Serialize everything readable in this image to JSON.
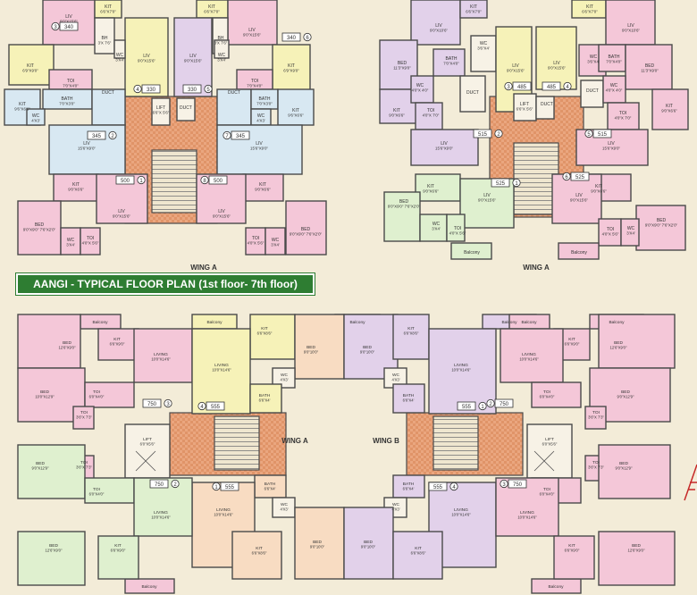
{
  "banner": "AANGI - TYPICAL FLOOR PLAN (1st floor- 7th floor)",
  "colors": {
    "pink": "#f4c7d8",
    "yellow": "#f6f2b8",
    "lavender": "#e2d1ea",
    "blue": "#d8e8f2",
    "green": "#dff0cf",
    "peach": "#f8dcc2",
    "lobby": "#eaa67f",
    "wall": "#4a4a4a"
  },
  "top_left": {
    "wing": "WING A",
    "flats": [
      {
        "id": "3",
        "area": "340"
      },
      {
        "id": "6",
        "area": "340"
      },
      {
        "id": "4",
        "area": "330"
      },
      {
        "id": "5",
        "area": "330"
      },
      {
        "id": "2",
        "area": "345"
      },
      {
        "id": "7",
        "area": "345"
      },
      {
        "id": "1",
        "area": "500"
      },
      {
        "id": "8",
        "area": "500"
      }
    ],
    "rooms": [
      {
        "name": "LIV",
        "size": "9'0\"X15'6\""
      },
      {
        "name": "KIT",
        "size": "6'6\"X7'0\""
      },
      {
        "name": "KIT",
        "size": "6'6\"X7'0\""
      },
      {
        "name": "LIV",
        "size": "9'0\"X15'6\""
      },
      {
        "name": "KIT",
        "size": "6'9\"X9'0\""
      },
      {
        "name": "BH",
        "size": "3'X 7'6\""
      },
      {
        "name": "BH",
        "size": "3'X 7'6\""
      },
      {
        "name": "KIT",
        "size": "6'9\"X9'0\""
      },
      {
        "name": "TOI",
        "size": "7'0\"X4'0\""
      },
      {
        "name": "LIV",
        "size": "9'0\"X15'6\""
      },
      {
        "name": "LIV",
        "size": "9'0\"X15'6\""
      },
      {
        "name": "TOI",
        "size": "7'0\"X4'0\""
      },
      {
        "name": "WC",
        "size": "3'X4'"
      },
      {
        "name": "WC",
        "size": "3'X4'"
      },
      {
        "name": "KIT",
        "size": "9'6\"X6'6\""
      },
      {
        "name": "BATH",
        "size": "7'0\"X3'0\""
      },
      {
        "name": "DUCT",
        "size": ""
      },
      {
        "name": "DUCT",
        "size": ""
      },
      {
        "name": "BATH",
        "size": "7'0\"X3'0\""
      },
      {
        "name": "KIT",
        "size": "9'6\"X6'6\""
      },
      {
        "name": "WC",
        "size": "4'X3'"
      },
      {
        "name": "WC",
        "size": "4'X3'"
      },
      {
        "name": "LIFT",
        "size": "6'6\"X 5'6\""
      },
      {
        "name": "DUCT",
        "size": ""
      },
      {
        "name": "LIV",
        "size": "15'6\"X9'0\""
      },
      {
        "name": "LIV",
        "size": "15'6\"X9'0\""
      },
      {
        "name": "KIT",
        "size": "9'0\"X6'6\""
      },
      {
        "name": "KIT",
        "size": "9'0\"X6'6\""
      },
      {
        "name": "LIV",
        "size": "9'0\"X15'6\""
      },
      {
        "name": "LIV",
        "size": "9'0\"X15'6\""
      },
      {
        "name": "BED",
        "size": "9'0\"X9'0\" 7'6\"X2'0\""
      },
      {
        "name": "BED",
        "size": "9'0\"X9'0\" 7'6\"X2'0\""
      },
      {
        "name": "WC",
        "size": "3'X4'"
      },
      {
        "name": "TOI",
        "size": "4'0\"X 5'6\""
      },
      {
        "name": "TOI",
        "size": "4'0\"X 5'6\""
      },
      {
        "name": "WC",
        "size": "3'X4'"
      }
    ]
  },
  "top_right": {
    "wing": "WING A",
    "flats": [
      {
        "id": "3",
        "area": "485"
      },
      {
        "id": "4",
        "area": "485"
      },
      {
        "id": "2",
        "area": "515"
      },
      {
        "id": "5",
        "area": "515"
      },
      {
        "id": "1",
        "area": "525"
      },
      {
        "id": "6",
        "area": "525"
      }
    ],
    "rooms": [
      {
        "name": "LIV",
        "size": "9'0\"X10'6\""
      },
      {
        "name": "KIT",
        "size": "6'6\"X7'0\""
      },
      {
        "name": "KIT",
        "size": "6'6\"X7'0\""
      },
      {
        "name": "LIV",
        "size": "9'0\"X10'6\""
      },
      {
        "name": "BED",
        "size": "11'3\"X9'0\""
      },
      {
        "name": "BATH",
        "size": "7'0\"X4'0\""
      },
      {
        "name": "WC",
        "size": "3'6\"X4'"
      },
      {
        "name": "LIV",
        "size": "9'0\"X15'6\""
      },
      {
        "name": "LIV",
        "size": "9'0\"X15'6\""
      },
      {
        "name": "WC",
        "size": "3'6\"X4'"
      },
      {
        "name": "BATH",
        "size": "7'0\"X4'0\""
      },
      {
        "name": "BED",
        "size": "11'3\"X9'0\""
      },
      {
        "name": "KIT",
        "size": "9'0\"X6'6\""
      },
      {
        "name": "WC",
        "size": "4'0\"X 4'0\""
      },
      {
        "name": "TOI",
        "size": "4'0\"X 7'0\""
      },
      {
        "name": "DUCT",
        "size": ""
      },
      {
        "name": "LIFT",
        "size": "6'6\"X 5'6\""
      },
      {
        "name": "DUCT",
        "size": ""
      },
      {
        "name": "DUCT",
        "size": ""
      },
      {
        "name": "WC",
        "size": "4'0\"X 4'0\""
      },
      {
        "name": "TOI",
        "size": "4'0\"X 7'0\""
      },
      {
        "name": "KIT",
        "size": "9'0\"X6'6\""
      },
      {
        "name": "LIV",
        "size": "15'6\"X9'0\""
      },
      {
        "name": "LIV",
        "size": "15'6\"X9'0\""
      },
      {
        "name": "KIT",
        "size": "9'0\"X6'6\""
      },
      {
        "name": "KIT",
        "size": "9'0\"X6'6\""
      },
      {
        "name": "LIV",
        "size": "9'0\"X15'6\""
      },
      {
        "name": "LIV",
        "size": "9'0\"X15'6\""
      },
      {
        "name": "BED",
        "size": "9'0\"X9'0\" 7'6\"X2'0\""
      },
      {
        "name": "BED",
        "size": "9'0\"X9'0\" 7'6\"X2'0\""
      },
      {
        "name": "WC",
        "size": "3'X4'"
      },
      {
        "name": "TOI",
        "size": "4'0\"X 5'6\""
      },
      {
        "name": "TOI",
        "size": "4'0\"X 5'6\""
      },
      {
        "name": "WC",
        "size": "3'X4'"
      },
      {
        "name": "Balcony",
        "size": ""
      },
      {
        "name": "Balcony",
        "size": ""
      }
    ]
  },
  "bottom": {
    "wing_a": "WING A",
    "wing_b": "WING B",
    "flats": [
      {
        "id": "3",
        "area": "750"
      },
      {
        "id": "4",
        "area": "555"
      },
      {
        "id": "1",
        "area": "555"
      },
      {
        "id": "2",
        "area": "750"
      },
      {
        "id": "1",
        "area": "555"
      },
      {
        "id": "2",
        "area": "750"
      },
      {
        "id": "4",
        "area": "555"
      },
      {
        "id": "3",
        "area": "750"
      }
    ],
    "rooms": [
      {
        "name": "Balcony",
        "size": ""
      },
      {
        "name": "Balcony",
        "size": ""
      },
      {
        "name": "Balcony",
        "size": ""
      },
      {
        "name": "Balcony",
        "size": ""
      },
      {
        "name": "Balcony",
        "size": ""
      },
      {
        "name": "Balcony",
        "size": ""
      },
      {
        "name": "Balcony",
        "size": ""
      },
      {
        "name": "Balcony",
        "size": ""
      },
      {
        "name": "BED",
        "size": "12'6\"X9'0\""
      },
      {
        "name": "KIT",
        "size": "6'6\"X9'0\""
      },
      {
        "name": "KIT",
        "size": "6'6\"X8'6\""
      },
      {
        "name": "BED",
        "size": "9'0\"10'0\""
      },
      {
        "name": "BED",
        "size": "9'0\"10'0\""
      },
      {
        "name": "KIT",
        "size": "6'6\"X8'6\""
      },
      {
        "name": "KIT",
        "size": "6'6\"X9'0\""
      },
      {
        "name": "BED",
        "size": "12'6\"X9'0\""
      },
      {
        "name": "LIVING",
        "size": "10'0\"X14'6\""
      },
      {
        "name": "LIVING",
        "size": "10'0\"X14'6\""
      },
      {
        "name": "LIVING",
        "size": "10'0\"X14'6\""
      },
      {
        "name": "LIVING",
        "size": "10'0\"X14'6\""
      },
      {
        "name": "BED",
        "size": "10'0\"X12'9\""
      },
      {
        "name": "BED",
        "size": "9'0\"X12'9\""
      },
      {
        "name": "TOI",
        "size": "6'0\"X4'0\""
      },
      {
        "name": "TOI",
        "size": "6'0\"X4'0\""
      },
      {
        "name": "WC",
        "size": "4'X3'"
      },
      {
        "name": "WC",
        "size": "4'X3'"
      },
      {
        "name": "BATH",
        "size": "6'6\"X4'"
      },
      {
        "name": "BATH",
        "size": "6'6\"X4'"
      },
      {
        "name": "TOI",
        "size": "3'6\"X 7'3\""
      },
      {
        "name": "TOI",
        "size": "3'6\"X 7'3\""
      },
      {
        "name": "LIFT",
        "size": "6'0\"X5'6\""
      },
      {
        "name": "LIFT",
        "size": "6'0\"X5'6\""
      },
      {
        "name": "TOI",
        "size": "3'6\"X 7'3\""
      },
      {
        "name": "TOI",
        "size": "3'6\"X 7'3\""
      },
      {
        "name": "BED",
        "size": "9'0\"X12'9\""
      },
      {
        "name": "BED",
        "size": "9'0\"X12'9\""
      },
      {
        "name": "TOI",
        "size": "6'0\"X4'0\""
      },
      {
        "name": "TOI",
        "size": "6'0\"X4'0\""
      },
      {
        "name": "BATH",
        "size": "6'6\"X4'"
      },
      {
        "name": "BATH",
        "size": "6'6\"X4'"
      },
      {
        "name": "WC",
        "size": "4'X3'"
      },
      {
        "name": "WC",
        "size": "4'X3'"
      },
      {
        "name": "LIVING",
        "size": "10'0\"X14'6\""
      },
      {
        "name": "LIVING",
        "size": "10'0\"X14'6\""
      },
      {
        "name": "LIVING",
        "size": "10'0\"X14'6\""
      },
      {
        "name": "LIVING",
        "size": "10'0\"X14'6\""
      },
      {
        "name": "BED",
        "size": "9'0\"10'0\""
      },
      {
        "name": "BED",
        "size": "9'0\"10'0\""
      },
      {
        "name": "BED",
        "size": "12'6\"X9'0\""
      },
      {
        "name": "KIT",
        "size": "6'6\"X9'0\""
      },
      {
        "name": "KIT",
        "size": "6'6\"X8'6\""
      },
      {
        "name": "KIT",
        "size": "6'6\"X8'6\""
      },
      {
        "name": "KIT",
        "size": "6'6\"X9'0\""
      },
      {
        "name": "BED",
        "size": "12'6\"X9'0\""
      }
    ]
  }
}
